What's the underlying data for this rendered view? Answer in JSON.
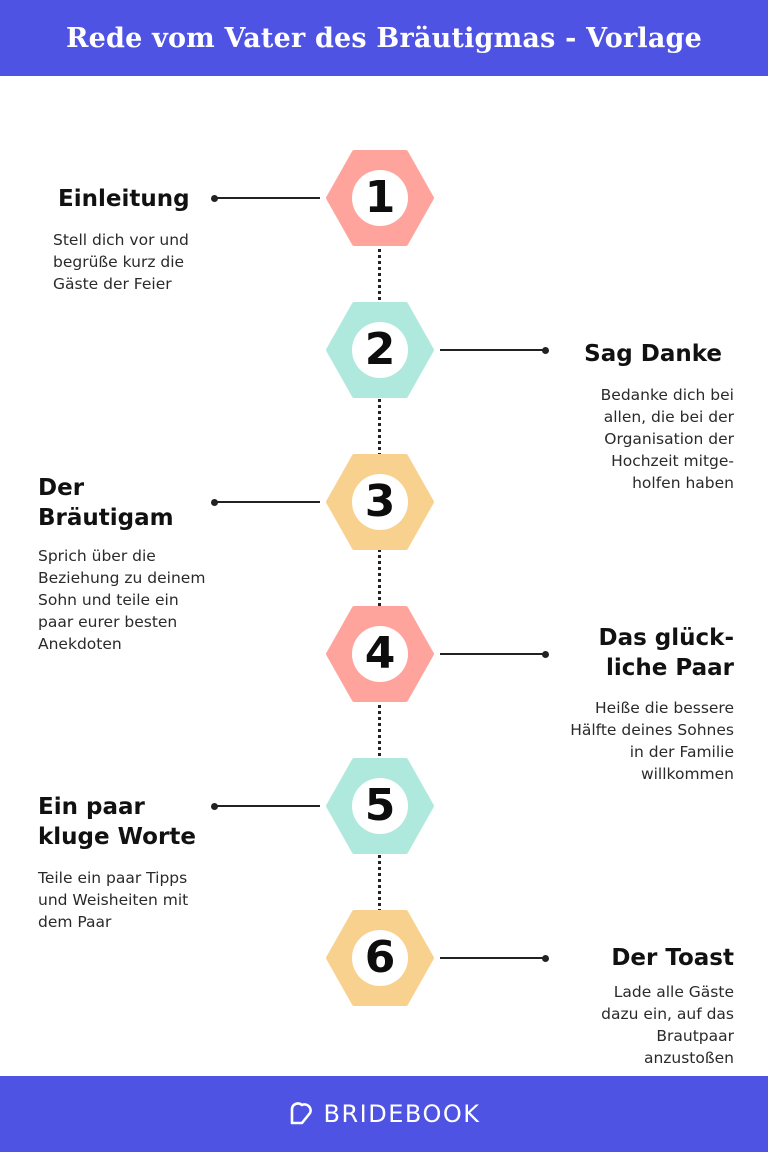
{
  "header": {
    "title": "Rede vom Vater des Bräutigmas - Vorlage"
  },
  "colors": {
    "brand": "#4f53e3",
    "coral": "#ffa49c",
    "mint": "#afe9de",
    "sand": "#f9d18f"
  },
  "steps": [
    {
      "number": "1",
      "title": "Einleitung",
      "description": "Stell dich vor und begrüße kurz die Gäste der Feier"
    },
    {
      "number": "2",
      "title": "Sag Danke",
      "description": "Bedanke dich bei allen, die bei der Organisation der Hochzeit mitge- holfen haben"
    },
    {
      "number": "3",
      "title": "Der Bräutigam",
      "description": "Sprich über die Beziehung zu deinem Sohn und teile ein paar eurer besten Anekdoten"
    },
    {
      "number": "4",
      "title": "Das glück- liche Paar",
      "description": "Heiße die bessere Hälfte deines Sohnes in der Familie willkommen"
    },
    {
      "number": "5",
      "title": "Ein paar kluge Worte",
      "description": "Teile ein paar Tipps und Weisheiten mit dem Paar"
    },
    {
      "number": "6",
      "title": "Der Toast",
      "description": "Lade alle Gäste dazu ein, auf das Brautpaar anzustoßen"
    }
  ],
  "footer": {
    "brand": "BRIDEBOOK",
    "logo_icon": "bridebook-logo-icon"
  }
}
